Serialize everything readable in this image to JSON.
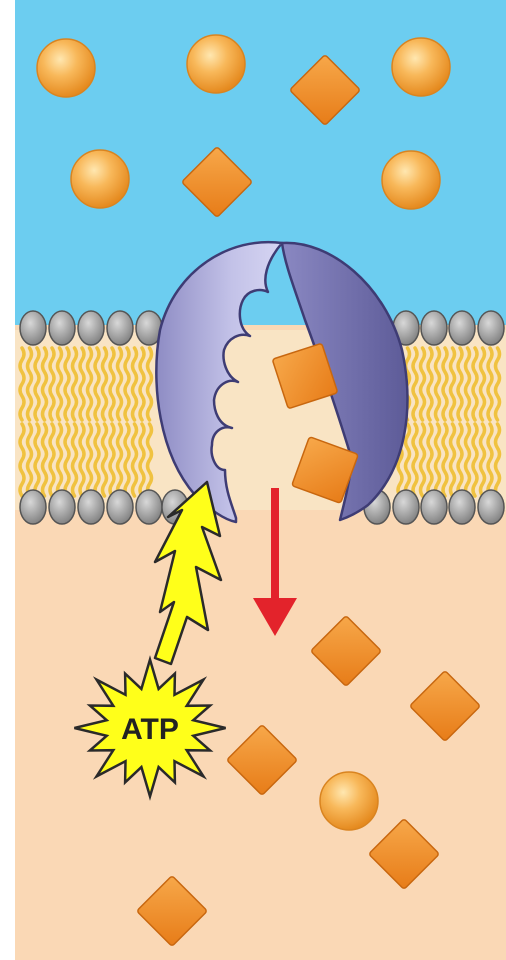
{
  "diagram": {
    "atp_label": "ATP",
    "colors": {
      "extracellular": "#6ccdf0",
      "cytoplasm": "#fad8b5",
      "lipid_head": "#9a9a9a",
      "lipid_tail": "#f0c240",
      "protein_light": "#a9a7d8",
      "protein_dark": "#6e6caa",
      "molecule": "#f3922a",
      "arrow": "#e3232b",
      "energy_bolt": "#ffff1a"
    },
    "icons": [
      "sphere-molecule",
      "diamond-molecule",
      "atp-starburst",
      "energy-bolt",
      "down-arrow",
      "transport-protein"
    ]
  }
}
